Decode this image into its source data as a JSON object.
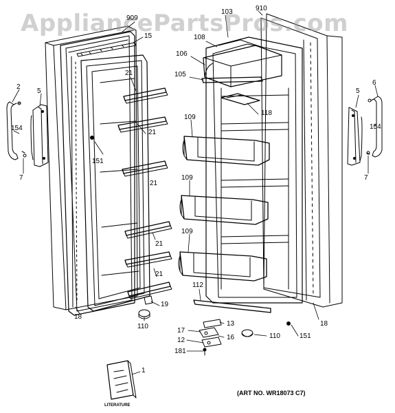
{
  "watermark": "AppliancePartsPros.com",
  "art_number": "(ART NO. WR18073 C7)",
  "literature_label": "LITERATURE",
  "callouts": [
    {
      "id": "c-909",
      "text": "909"
    },
    {
      "id": "c-15",
      "text": "15"
    },
    {
      "id": "c-21a",
      "text": "21"
    },
    {
      "id": "c-21b",
      "text": "21"
    },
    {
      "id": "c-21c",
      "text": "21"
    },
    {
      "id": "c-21d",
      "text": "21"
    },
    {
      "id": "c-21e",
      "text": "21"
    },
    {
      "id": "c-151a",
      "text": "151"
    },
    {
      "id": "c-2",
      "text": "2"
    },
    {
      "id": "c-5a",
      "text": "5"
    },
    {
      "id": "c-154a",
      "text": "154"
    },
    {
      "id": "c-7a",
      "text": "7"
    },
    {
      "id": "c-18a",
      "text": "18"
    },
    {
      "id": "c-19",
      "text": "19"
    },
    {
      "id": "c-110a",
      "text": "110"
    },
    {
      "id": "c-103",
      "text": "103"
    },
    {
      "id": "c-910",
      "text": "910"
    },
    {
      "id": "c-108",
      "text": "108"
    },
    {
      "id": "c-106",
      "text": "106"
    },
    {
      "id": "c-105",
      "text": "105"
    },
    {
      "id": "c-118",
      "text": "118"
    },
    {
      "id": "c-109a",
      "text": "109"
    },
    {
      "id": "c-109b",
      "text": "109"
    },
    {
      "id": "c-109c",
      "text": "109"
    },
    {
      "id": "c-112",
      "text": "112"
    },
    {
      "id": "c-13",
      "text": "13"
    },
    {
      "id": "c-17",
      "text": "17"
    },
    {
      "id": "c-16",
      "text": "16"
    },
    {
      "id": "c-12",
      "text": "12"
    },
    {
      "id": "c-181",
      "text": "181"
    },
    {
      "id": "c-110b",
      "text": "110"
    },
    {
      "id": "c-151b",
      "text": "151"
    },
    {
      "id": "c-18b",
      "text": "18"
    },
    {
      "id": "c-5b",
      "text": "5"
    },
    {
      "id": "c-6",
      "text": "6"
    },
    {
      "id": "c-154b",
      "text": "154"
    },
    {
      "id": "c-7b",
      "text": "7"
    },
    {
      "id": "c-1",
      "text": "1"
    }
  ]
}
